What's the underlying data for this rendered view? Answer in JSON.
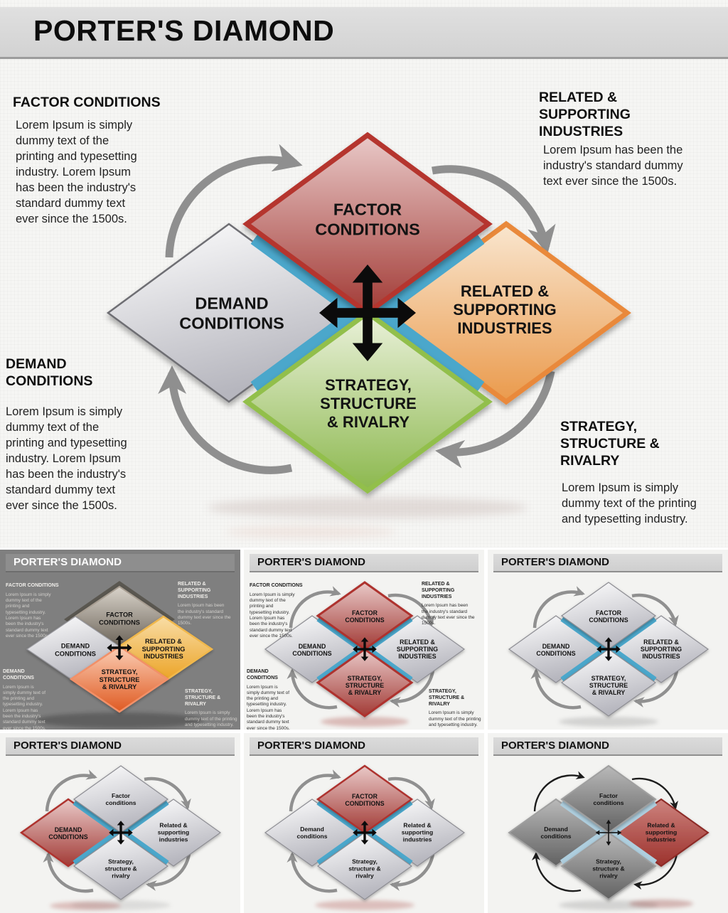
{
  "main_slide": {
    "title": "PORTER'S DIAMOND",
    "diamonds": {
      "factor": "FACTOR\nCONDITIONS",
      "demand": "DEMAND\nCONDITIONS",
      "related": "RELATED &\nSUPPORTING\nINDUSTRIES",
      "strategy": "STRATEGY,\nSTRUCTURE\n& RIVALRY"
    },
    "sections": {
      "factor": {
        "heading": "FACTOR CONDITIONS",
        "body": "Lorem Ipsum is simply dummy text of the printing and typesetting industry. Lorem Ipsum has been the industry's standard dummy text ever since the 1500s."
      },
      "related": {
        "heading": "RELATED & SUPPORTING INDUSTRIES",
        "body": "Lorem Ipsum has been the industry's standard dummy text ever since the 1500s."
      },
      "demand": {
        "heading": "DEMAND CONDITIONS",
        "body": "Lorem Ipsum is simply dummy text of the printing and typesetting industry. Lorem Ipsum has been the industry's standard dummy text ever since the 1500s."
      },
      "strategy": {
        "heading": "STRATEGY, STRUCTURE & RIVALRY",
        "body": "Lorem Ipsum is simply dummy text of the printing and typesetting industry."
      }
    },
    "colors": {
      "factor_red": "#b23c38",
      "demand_silver": "#c6c6cc",
      "related_orange": "#e8873a",
      "strategy_green": "#8fbc49",
      "connector_blue": "#4ba7cb",
      "arrow_gray": "#8f8f8f",
      "title_bar_gray": "#d8d8d8"
    }
  },
  "thumbnails": [
    {
      "title": "PORTER'S DIAMOND",
      "scheme": "dark-gray-slide-taupe-gold-orange",
      "labels": {
        "factor": "FACTOR\nCONDITIONS",
        "demand": "DEMAND\nCONDITIONS",
        "related": "RELATED &\nSUPPORTING\nINDUSTRIES",
        "strategy": "STRATEGY,\nSTRUCTURE\n& RIVALRY"
      }
    },
    {
      "title": "PORTER'S DIAMOND",
      "scheme": "light-red-and-silver",
      "labels": {
        "factor": "FACTOR\nCONDITIONS",
        "demand": "DEMAND\nCONDITIONS",
        "related": "RELATED &\nSUPPORTING\nINDUSTRIES",
        "strategy": "STRATEGY,\nSTRUCTURE\n& RIVALRY"
      }
    },
    {
      "title": "PORTER'S DIAMOND",
      "scheme": "light-all-silver",
      "labels": {
        "factor": "FACTOR\nCONDITIONS",
        "demand": "DEMAND\nCONDITIONS",
        "related": "RELATED &\nSUPPORTING\nINDUSTRIES",
        "strategy": "STRATEGY,\nSTRUCTURE\n& RIVALRY"
      }
    },
    {
      "title": "PORTER'S DIAMOND",
      "scheme": "light-red-demand-highlight",
      "labels": {
        "factor": "Factor\nconditions",
        "demand": "DEMAND\nCONDITIONS",
        "related": "Related &\nsupporting\nindustries",
        "strategy": "Strategy,\nstructure &\nrivalry"
      }
    },
    {
      "title": "PORTER'S DIAMOND",
      "scheme": "light-red-factor-highlight",
      "labels": {
        "factor": "FACTOR\nCONDITIONS",
        "demand": "Demand\nconditions",
        "related": "Related &\nsupporting\nindustries",
        "strategy": "Strategy,\nstructure &\nrivalry"
      }
    },
    {
      "title": "PORTER'S DIAMOND",
      "scheme": "dark-gray-diamonds-red-related",
      "labels": {
        "factor": "Factor\nconditions",
        "demand": "Demand\nconditions",
        "related": "Related &\nsupporting\nindustries",
        "strategy": "Strategy,\nstructure &\nrivalry"
      }
    }
  ]
}
